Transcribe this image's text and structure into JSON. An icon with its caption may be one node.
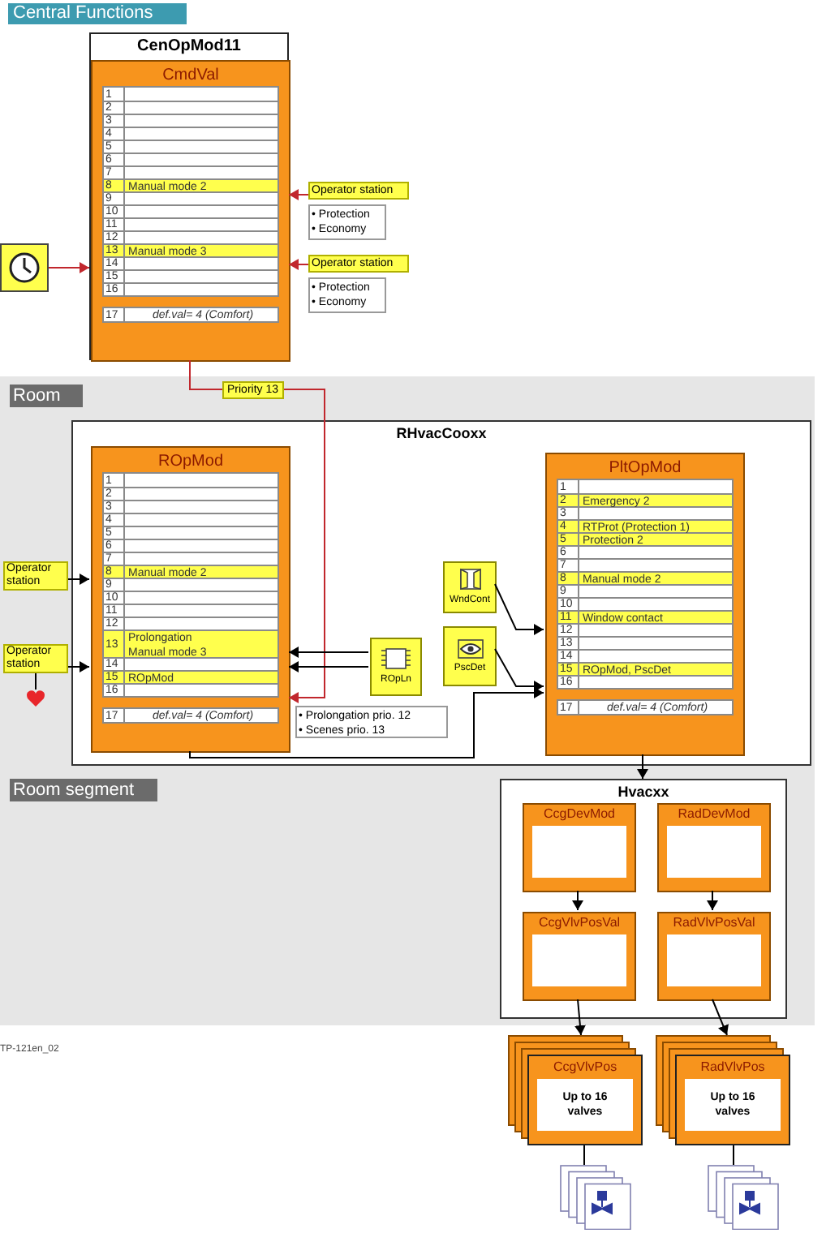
{
  "diagram": {
    "nodes": [
      {
        "text": [
          "CenOpMod11"
        ]
      },
      {
        "text": [
          "CmdVal"
        ],
        "in": 0
      },
      {
        "text": [
          "1"
        ],
        "in": 1
      },
      {
        "text": [
          "2"
        ],
        "in": 1
      },
      {
        "text": [
          "3"
        ],
        "in": 1
      },
      {
        "text": [
          "4"
        ],
        "in": 1
      },
      {
        "text": [
          "5"
        ],
        "in": 1
      },
      {
        "text": [
          "6"
        ],
        "in": 1
      },
      {
        "text": [
          "7"
        ],
        "in": 1
      },
      {
        "text": [
          "8",
          "Manual mode 2"
        ],
        "in": 1
      },
      {
        "text": [
          "9"
        ],
        "in": 1
      },
      {
        "text": [
          "10"
        ],
        "in": 1
      },
      {
        "text": [
          "11"
        ],
        "in": 1
      },
      {
        "text": [
          "12"
        ],
        "in": 1
      },
      {
        "text": [
          "13",
          "Manual mode 3"
        ],
        "in": 1
      },
      {
        "text": [
          "14"
        ],
        "in": 1
      },
      {
        "text": [
          "15"
        ],
        "in": 1
      },
      {
        "text": [
          "16"
        ],
        "in": 1
      },
      {
        "text": [
          "17",
          "def.val= 4 (Comfort)"
        ],
        "in": 1
      },
      {
        "text": [],
        "shape": "clock"
      },
      {
        "text": [
          "Operator station"
        ]
      },
      {
        "text": [
          "• Protection",
          "• Economy"
        ]
      },
      {
        "text": [
          "Operator station"
        ]
      },
      {
        "text": [
          "• Protection",
          "• Economy"
        ]
      },
      {
        "text": [
          "Room"
        ]
      },
      {
        "text": [
          "RHvacCooxx"
        ],
        "in": 24
      },
      {
        "text": [
          "ROpMod"
        ],
        "in": 25
      },
      {
        "text": [
          "1"
        ],
        "in": 26
      },
      {
        "text": [
          "2"
        ],
        "in": 26
      },
      {
        "text": [
          "3"
        ],
        "in": 26
      },
      {
        "text": [
          "4"
        ],
        "in": 26
      },
      {
        "text": [
          "5"
        ],
        "in": 26
      },
      {
        "text": [
          "6"
        ],
        "in": 26
      },
      {
        "text": [
          "7"
        ],
        "in": 26
      },
      {
        "text": [
          "8",
          "Manual mode 2"
        ],
        "in": 26
      },
      {
        "text": [
          "9"
        ],
        "in": 26
      },
      {
        "text": [
          "10"
        ],
        "in": 26
      },
      {
        "text": [
          "11"
        ],
        "in": 26
      },
      {
        "text": [
          "12"
        ],
        "in": 26
      },
      {
        "text": [
          "13",
          "Prolongation",
          "Manual mode 3"
        ],
        "in": 26
      },
      {
        "text": [
          "14"
        ],
        "in": 26
      },
      {
        "text": [
          "15",
          "ROpMod"
        ],
        "in": 26
      },
      {
        "text": [
          "16"
        ],
        "in": 26
      },
      {
        "text": [
          "17",
          "def.val= 4 (Comfort)"
        ],
        "in": 26
      },
      {
        "text": [
          "Operator station"
        ],
        "in": 24
      },
      {
        "text": [
          "Operator station"
        ],
        "in": 24
      },
      {
        "text": [],
        "shape": "heart",
        "in": 24
      },
      {
        "text": [
          "ROpLn"
        ],
        "in": 25
      },
      {
        "text": [
          "• Prolongation prio. 12",
          "• Scenes prio. 13"
        ],
        "in": 25
      },
      {
        "text": [
          "WndCont"
        ],
        "in": 25
      },
      {
        "text": [
          "PscDet"
        ],
        "in": 25
      },
      {
        "text": [
          "PltOpMod"
        ],
        "in": 25
      },
      {
        "text": [
          "1"
        ],
        "in": 51
      },
      {
        "text": [
          "2",
          "Emergency 2"
        ],
        "in": 51
      },
      {
        "text": [
          "3"
        ],
        "in": 51
      },
      {
        "text": [
          "4",
          "RTProt (Protection 1)"
        ],
        "in": 51
      },
      {
        "text": [
          "5",
          "Protection 2"
        ],
        "in": 51
      },
      {
        "text": [
          "6"
        ],
        "in": 51
      },
      {
        "text": [
          "7"
        ],
        "in": 51
      },
      {
        "text": [
          "8",
          "Manual mode 2"
        ],
        "in": 51
      },
      {
        "text": [
          "9"
        ],
        "in": 51
      },
      {
        "text": [
          "10"
        ],
        "in": 51
      },
      {
        "text": [
          "11",
          "Window contact"
        ],
        "in": 51
      },
      {
        "text": [
          "12"
        ],
        "in": 51
      },
      {
        "text": [
          "13"
        ],
        "in": 51
      },
      {
        "text": [
          "14"
        ],
        "in": 51
      },
      {
        "text": [
          "15",
          "ROpMod, PscDet"
        ],
        "in": 51
      },
      {
        "text": [
          "16"
        ],
        "in": 51
      },
      {
        "text": [
          "17",
          "def.val= 4 (Comfort)"
        ],
        "in": 51
      },
      {
        "text": [
          "Room segment"
        ]
      },
      {
        "text": [
          "Hvacxx"
        ],
        "in": 69
      },
      {
        "text": [
          "CcgDevMod"
        ],
        "in": 70
      },
      {
        "text": [
          "RadDevMod"
        ],
        "in": 70
      },
      {
        "text": [
          "CcgVlvPosVal"
        ],
        "in": 70
      },
      {
        "text": [
          "RadVlvPosVal"
        ],
        "in": 70
      },
      {
        "text": [
          "CcgVlvPos",
          "Up to 16 valves"
        ]
      },
      {
        "text": [
          "RadVlvPos",
          "Up to 16 valves"
        ]
      },
      {
        "text": [],
        "shape": "valve"
      },
      {
        "text": [],
        "shape": "valve"
      }
    ],
    "edges": [
      {
        "from": 19,
        "to": 1,
        "arrow": "to",
        "color": "#c1272d"
      },
      {
        "from": 20,
        "to": 1,
        "arrow": "to",
        "color": "#c1272d"
      },
      {
        "from": 22,
        "to": 1,
        "arrow": "to",
        "color": "#c1272d"
      },
      {
        "from": 1,
        "to": 26,
        "arrow": "to",
        "color": "#c1272d",
        "label": "Priority 13"
      },
      {
        "from": 44,
        "to": 26,
        "arrow": "to"
      },
      {
        "from": 45,
        "to": 26,
        "arrow": "to"
      },
      {
        "from": 45,
        "to": 46,
        "arrow": "none"
      },
      {
        "from": 47,
        "to": 26,
        "arrow": "to"
      },
      {
        "from": 47,
        "to": 26,
        "arrow": "to"
      },
      {
        "from": 49,
        "to": 51,
        "arrow": "to"
      },
      {
        "from": 50,
        "to": 51,
        "arrow": "to"
      },
      {
        "from": 26,
        "to": 51,
        "arrow": "to"
      },
      {
        "from": 51,
        "to": 70,
        "arrow": "to"
      },
      {
        "from": 71,
        "to": 73,
        "arrow": "to"
      },
      {
        "from": 72,
        "to": 74,
        "arrow": "to"
      },
      {
        "from": 73,
        "to": 75,
        "arrow": "to"
      },
      {
        "from": 74,
        "to": 76,
        "arrow": "to"
      },
      {
        "from": 75,
        "to": 77,
        "arrow": "none"
      },
      {
        "from": 76,
        "to": 78,
        "arrow": "none"
      }
    ],
    "labels": [
      "Central Functions",
      "TP-121en_02"
    ]
  }
}
